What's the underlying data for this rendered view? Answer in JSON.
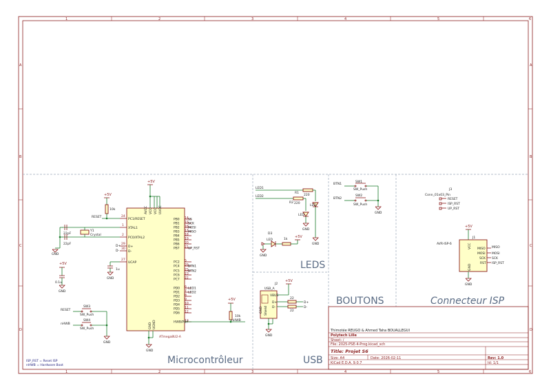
{
  "frame": {
    "columns": [
      "1",
      "2",
      "3",
      "4",
      "5",
      "6"
    ],
    "rows": [
      "A",
      "B",
      "C",
      "D"
    ]
  },
  "sections": {
    "micro": "Microcontrôleur",
    "leds": "LEDS",
    "usb": "USB",
    "boutons": "BOUTONS",
    "isp": "Connecteur ISP"
  },
  "notes": {
    "line1": "ISP_RST = Reset ISP",
    "line2": "nHWB = Hardware Boot"
  },
  "title_block": {
    "authors": "Thimotée REUGO & Ahmed Taha BOUALLEGUI",
    "company": "Polytech Lille",
    "sheet": "Sheet: /",
    "file": "File: 2025-PSE-4-Prog.kicad_sch",
    "title": "Title: Projet S6",
    "size": "Size: A4",
    "date": "Date: 2026-02-11",
    "rev": "Rev: 1.0",
    "kicad": "KiCad E.D.A. 9.0.7",
    "id": "Id: 1/1"
  },
  "mcu": {
    "ref": "ATmega8U2-A",
    "pins_left": [
      "PC1/RESET",
      "XTAL1",
      "PC0/XTAL2",
      "D+",
      "D-",
      "UCAP"
    ],
    "pins_left_num": [
      "24",
      "1",
      "2",
      "29",
      "30",
      "27"
    ],
    "pins_right": [
      "PB0",
      "PB1",
      "PB2",
      "PB3",
      "PB4",
      "PB5",
      "PB6",
      "PB7",
      "PC2",
      "PC4",
      "PC5",
      "PC6",
      "PC7",
      "PD0",
      "PD1",
      "PD2",
      "PD3",
      "PD4",
      "PD5",
      "PD6",
      "HWB/PD7"
    ],
    "pins_right_num": [
      "14",
      "15",
      "16",
      "17",
      "18",
      "19",
      "20",
      "21",
      "5",
      "26",
      "25",
      "23",
      "22",
      "6",
      "7",
      "8",
      "9",
      "10",
      "11",
      "12",
      "13"
    ],
    "net_right": [
      "SS",
      "SCK",
      "MOSI",
      "MISO",
      "",
      "",
      "",
      "UP_RST",
      "",
      "BTN1",
      "BTN2",
      "",
      "",
      "LED1",
      "LED2",
      "",
      "",
      "",
      "",
      "",
      ""
    ],
    "top_pins": [
      "AVCC",
      "VCC",
      "VCC",
      "UVCC"
    ],
    "top_nums": [
      "32",
      "4",
      "31",
      "31"
    ],
    "bottom_pins": [
      "GND",
      "UGND"
    ],
    "bottom_nums": [
      "3",
      "28"
    ]
  },
  "micro_parts": {
    "p5v_1": "+5V",
    "p5v_2": "+5V",
    "p5v_3": "+5V",
    "p5v_4": "+5V",
    "r_reset": "10k",
    "reset_net": "RESET",
    "c1": "22pF",
    "c2": "22pF",
    "crystal_ref": "Y1",
    "crystal_val": "Crystal",
    "c_ucap": "1u",
    "c_dec": "0.1u",
    "dplus": "D+",
    "dminus": "D-",
    "sw_reset_net": "RESET",
    "sw_hwb_net": "nHWB",
    "sw1": "SW_Push",
    "sw2": "SW_Push",
    "sw_ref1": "SW3",
    "sw_ref2": "SW4",
    "r_hwb": "10k",
    "hwb_net": "nHWB",
    "gnd": "GND"
  },
  "leds": {
    "led1_net": "LED1",
    "led2_net": "LED2",
    "r1": "220",
    "r2": "220",
    "r_ref1": "R1",
    "r_ref2": "R2",
    "d_ref1": "LED",
    "d_ref2": "LED",
    "d3_ref": "D3",
    "d3_val": "LED",
    "r3": "1k",
    "p5v": "+5V",
    "gnd": "GND"
  },
  "usb": {
    "ref": "J2",
    "val": "USB_A",
    "vbus": "VBUS",
    "dplus": "D+",
    "dminus": "D-",
    "gnd_pin": "GND",
    "shield": "Shield",
    "r1": "22",
    "r2": "22",
    "p5v": "+5V",
    "net_dp": "D+",
    "net_dm": "D-",
    "gnd": "GND"
  },
  "boutons": {
    "btn1": "BTN1",
    "btn2": "BTN2",
    "sw1_ref": "SW1",
    "sw2_ref": "SW2",
    "sw_val": "SW_Push",
    "gnd": "GND"
  },
  "isp": {
    "j3_ref": "J3",
    "j3_val": "Conn_01x03_Pin",
    "j3_pins": [
      "RESET",
      "ISP_RST",
      "UP_RST"
    ],
    "j1_ref": "J1",
    "j1_val": "AVR-ISP-6",
    "j1_pins": [
      "MISO",
      "MOSI",
      "SCK",
      "ISP_RST"
    ],
    "j1_labels": [
      "MISO",
      "MOSI",
      "SCK",
      "RST"
    ],
    "p5v": "+5V",
    "vcc": "VCC",
    "gnd_lbl": "GND",
    "gnd": "GND"
  }
}
